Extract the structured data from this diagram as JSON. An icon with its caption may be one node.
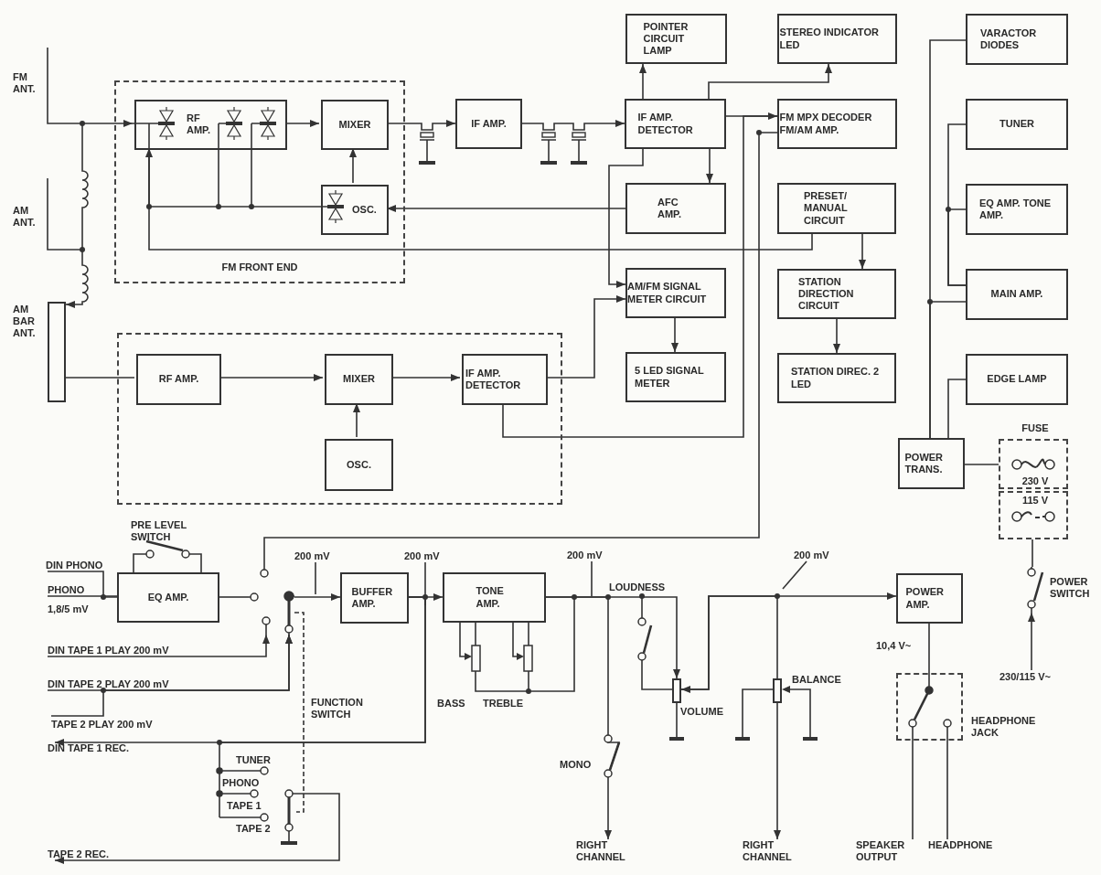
{
  "diagram": {
    "nodes": [
      {
        "text": [
          "FM ANT."
        ]
      },
      {
        "text": [
          "AM ANT."
        ]
      },
      {
        "text": [
          "FM FRONT END"
        ]
      },
      {
        "text": [
          "RF AMP."
        ],
        "in": 2
      },
      {
        "text": [
          "MIXER"
        ],
        "in": 2
      },
      {
        "text": [
          "OSC."
        ],
        "in": 2
      },
      {
        "text": [
          "IF AMP."
        ]
      },
      {
        "text": [
          "POINTER CIRCUIT LAMP"
        ]
      },
      {
        "text": [
          "IF AMP. DETECTOR"
        ]
      },
      {
        "text": [
          "STEREO INDICATOR LED"
        ]
      },
      {
        "text": [
          "FM MPX DECODER FM/AM AMP."
        ]
      },
      {
        "text": [
          "AFC AMP."
        ]
      },
      {
        "text": [
          "PRESET/ MANUAL CIRCUIT"
        ]
      },
      {
        "text": [
          "AM/FM SIGNAL METER CIRCUIT"
        ]
      },
      {
        "text": [
          "STATION DIRECTION CIRCUIT"
        ]
      },
      {
        "text": [
          "5 LED SIGNAL METER"
        ]
      },
      {
        "text": [
          "STATION DIREC. 2 LED"
        ]
      },
      {
        "text": [
          "VARACTOR DIODES"
        ]
      },
      {
        "text": [
          "TUNER"
        ]
      },
      {
        "text": [
          "EQ AMP. TONE AMP."
        ]
      },
      {
        "text": [
          "MAIN AMP."
        ]
      },
      {
        "text": [
          "EDGE LAMP"
        ]
      },
      {
        "text": [
          "AM BAR ANT."
        ]
      },
      {
        "text": [],
        "shape": "box"
      },
      {
        "text": [
          "RF AMP."
        ],
        "in": 23
      },
      {
        "text": [
          "MIXER"
        ],
        "in": 23
      },
      {
        "text": [
          "OSC."
        ],
        "in": 23
      },
      {
        "text": [
          "IF AMP. DETECTOR"
        ],
        "in": 23
      },
      {
        "text": [
          "POWER TRANS."
        ]
      },
      {
        "text": [
          "FUSE",
          "230 V"
        ]
      },
      {
        "text": [
          "115 V"
        ]
      },
      {
        "text": [
          "DIN PHONO"
        ]
      },
      {
        "text": [
          "PHONO"
        ],
        "beside": [
          "1,8/5 mV"
        ]
      },
      {
        "text": [
          "EQ AMP."
        ]
      },
      {
        "text": [
          "200 mV"
        ]
      },
      {
        "text": [
          "200 mV"
        ]
      },
      {
        "text": [],
        "shape": "switch"
      },
      {
        "text": [
          "BUFFER AMP."
        ]
      },
      {
        "text": [
          "TONE AMP."
        ]
      },
      {
        "text": [
          "200 mV"
        ]
      },
      {
        "text": [
          "200 mV"
        ]
      },
      {
        "text": [
          "POWER AMP."
        ]
      },
      {
        "text": [],
        "shape": "switch",
        "beside": [
          "POWER SWITCH"
        ]
      },
      {
        "text": [
          "DIN TAPE 1 PLAY 200 mV"
        ]
      },
      {
        "text": [
          "DIN TAPE 2 PLAY 200 mV"
        ]
      },
      {
        "text": [
          "TAPE 2 PLAY 200 mV"
        ]
      },
      {
        "text": [],
        "shape": "resistor",
        "beside": [
          "VOLUME"
        ]
      },
      {
        "text": [],
        "shape": "resistor",
        "beside": [
          "BALANCE"
        ]
      },
      {
        "text": [
          "230/115 V~"
        ]
      },
      {
        "text": [
          "HEADPHONE JACK"
        ]
      },
      {
        "text": [
          "DIN TAPE 1 REC."
        ]
      },
      {
        "text": [],
        "shape": "switch"
      },
      {
        "text": [
          "RIGHT CHANNEL"
        ]
      },
      {
        "text": [
          "RIGHT CHANNEL"
        ]
      },
      {
        "text": [
          "SPEAKER OUTPUT"
        ]
      },
      {
        "text": [
          "HEADPHONE"
        ]
      },
      {
        "text": [
          "TAPE 2 REC."
        ]
      }
    ],
    "edges": [
      {
        "from": 0,
        "to": 3,
        "arrow": "to"
      },
      {
        "from": 1,
        "to": 22,
        "arrow": "to"
      },
      {
        "from": 3,
        "to": 4,
        "arrow": "to"
      },
      {
        "from": 5,
        "to": 4,
        "arrow": "to"
      },
      {
        "from": 4,
        "to": 6,
        "arrow": "to"
      },
      {
        "from": 6,
        "to": 8,
        "arrow": "to"
      },
      {
        "from": 8,
        "to": 7,
        "arrow": "to"
      },
      {
        "from": 8,
        "to": 9,
        "arrow": "to"
      },
      {
        "from": 8,
        "to": 10,
        "arrow": "none"
      },
      {
        "from": 27,
        "to": 10,
        "arrow": "to"
      },
      {
        "from": 8,
        "to": 11,
        "arrow": "to"
      },
      {
        "from": 11,
        "to": 5,
        "arrow": "to"
      },
      {
        "from": 12,
        "to": 3,
        "arrow": "to"
      },
      {
        "from": 12,
        "to": 14,
        "arrow": "to"
      },
      {
        "from": 14,
        "to": 16,
        "arrow": "to"
      },
      {
        "from": 13,
        "to": 15,
        "arrow": "to"
      },
      {
        "from": 8,
        "to": 13,
        "arrow": "to"
      },
      {
        "from": 27,
        "to": 13,
        "arrow": "to"
      },
      {
        "from": 24,
        "to": 25,
        "arrow": "to"
      },
      {
        "from": 26,
        "to": 25,
        "arrow": "to"
      },
      {
        "from": 25,
        "to": 27,
        "arrow": "to"
      },
      {
        "from": 22,
        "to": 24,
        "arrow": "none"
      },
      {
        "from": 28,
        "to": 17,
        "arrow": "none"
      },
      {
        "from": 28,
        "to": 20,
        "arrow": "none"
      },
      {
        "from": 20,
        "to": 18,
        "arrow": "none"
      },
      {
        "from": 20,
        "to": 19,
        "arrow": "none"
      },
      {
        "from": 28,
        "to": 21,
        "arrow": "none"
      },
      {
        "from": 28,
        "to": 29,
        "arrow": "none"
      },
      {
        "from": 42,
        "to": 30,
        "arrow": "none"
      },
      {
        "from": 48,
        "to": 42,
        "arrow": "to"
      },
      {
        "from": 31,
        "to": 33,
        "arrow": "none"
      },
      {
        "from": 32,
        "to": 33,
        "arrow": "none"
      },
      {
        "from": 33,
        "to": 36,
        "arrow": "none"
      },
      {
        "from": 10,
        "to": 36,
        "arrow": "none"
      },
      {
        "from": 43,
        "to": 36,
        "arrow": "to"
      },
      {
        "from": 44,
        "to": 36,
        "arrow": "to"
      },
      {
        "from": 45,
        "to": 36,
        "arrow": "to"
      },
      {
        "from": 36,
        "to": 37,
        "arrow": "to"
      },
      {
        "from": 37,
        "to": 38,
        "arrow": "to"
      },
      {
        "from": 37,
        "to": 50,
        "arrow": "to"
      },
      {
        "from": 37,
        "to": 51,
        "arrow": "none"
      },
      {
        "from": 51,
        "to": 56,
        "arrow": "to"
      },
      {
        "from": 38,
        "to": 46,
        "arrow": "to"
      },
      {
        "from": 38,
        "to": 52,
        "arrow": "to"
      },
      {
        "from": 46,
        "to": 41,
        "arrow": "both"
      },
      {
        "from": 46,
        "to": 47,
        "arrow": "none"
      },
      {
        "from": 47,
        "to": 53,
        "arrow": "to"
      },
      {
        "from": 41,
        "to": 49,
        "arrow": "none"
      },
      {
        "from": 49,
        "to": 54,
        "arrow": "none"
      },
      {
        "from": 49,
        "to": 55,
        "arrow": "none"
      },
      {
        "from": 34,
        "to": null,
        "arrow": "none"
      },
      {
        "from": 35,
        "to": null,
        "arrow": "none"
      },
      {
        "from": 39,
        "to": null,
        "arrow": "none"
      },
      {
        "from": 40,
        "to": null,
        "arrow": "none"
      },
      {
        "from": 36,
        "to": 51,
        "arrow": "none",
        "style": "dashed"
      },
      {
        "from": 3,
        "to": 5,
        "arrow": "none"
      }
    ],
    "labels": [
      "PRE LEVEL SWITCH",
      "LOUDNESS",
      "10,4 V~",
      "BASS",
      "TREBLE",
      "FUNCTION SWITCH",
      "TUNER",
      "MONO",
      "PHONO",
      "TAPE 1",
      "TAPE 2"
    ]
  }
}
